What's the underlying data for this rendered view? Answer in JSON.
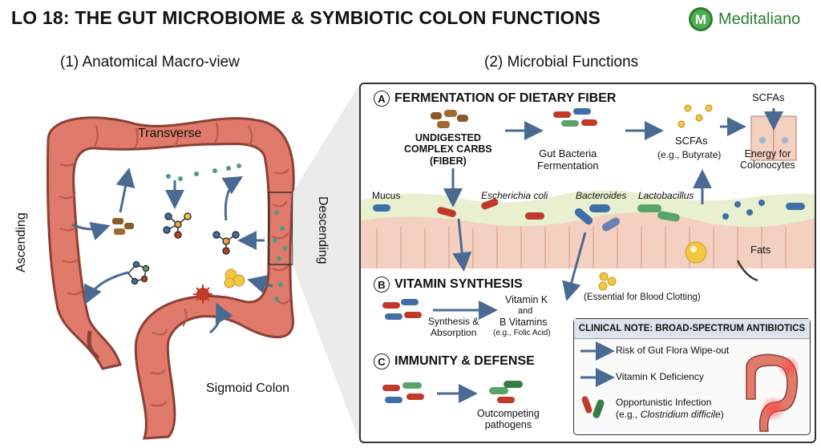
{
  "header": {
    "title": "LO 18: THE GUT MICROBIOME & SYMBIOTIC COLON FUNCTIONS",
    "brand": "Meditaliano",
    "brand_mark": "M"
  },
  "left": {
    "heading": "(1) Anatomical Macro-view",
    "labels": {
      "transverse": "Transverse",
      "ascending": "Ascending",
      "descending": "Descending",
      "sigmoid": "Sigmoid Colon"
    }
  },
  "right": {
    "heading": "(2) Microbial Functions",
    "a": {
      "letter": "A",
      "title": "FERMENTATION OF DIETARY FIBER",
      "fiber": "UNDIGESTED\nCOMPLEX CARBS\n(FIBER)",
      "fermentation": "Gut Bacteria\nFermentation",
      "scfa": "SCFAs",
      "scfa_example": "(e.g., Butyrate)",
      "scfa_top": "SCFAs",
      "energy": "Energy for\nColonocytes",
      "mucus": "Mucus",
      "ecoli": "Escherichia coli",
      "bacteroides": "Bacteroides",
      "lactobacillus": "Lactobacillus",
      "fats": "Fats"
    },
    "b": {
      "letter": "B",
      "title": "VITAMIN SYNTHESIS",
      "synthesis": "Synthesis &\nAbsorption",
      "vitk": "Vitamin K",
      "and": "and",
      "bvit": "B Vitamins",
      "folic": "(e.g., Folic Acid)",
      "clotting": "(Essential for Blood Clotting)"
    },
    "c": {
      "letter": "C",
      "title": "IMMUNITY & DEFENSE",
      "outcompete": "Outcompeting\npathogens"
    },
    "clinical": {
      "title": "CLINICAL NOTE: BROAD-SPECTRUM ANTIBIOTICS",
      "risk": "Risk of Gut Flora Wipe-out",
      "vitk_def": "Vitamin K Deficiency",
      "infection": "Opportunistic Infection",
      "infection_eg_pre": "(e.g., ",
      "infection_eg_name": "Clostridium difficile",
      "infection_eg_post": ")"
    }
  },
  "colors": {
    "colon": "#e07a6a",
    "colon_dark": "#b9574a",
    "brand": "#2e7d32",
    "bacteria_red": "#c0392b",
    "bacteria_blue": "#3f6fa8",
    "bacteria_green": "#5aa469",
    "arrow": "#4a6a94"
  }
}
